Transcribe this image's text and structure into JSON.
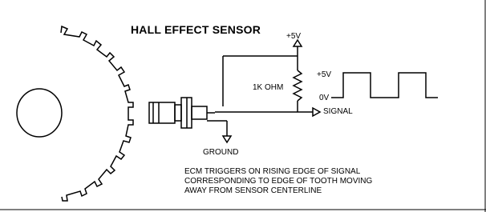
{
  "title": "HALL EFFECT SENSOR",
  "labels": {
    "supply_top": "+5V",
    "resistor": "1K OHM",
    "wave_high": "+5V",
    "wave_low": "0V",
    "signal": "SIGNAL",
    "ground": "GROUND"
  },
  "note_lines": [
    "ECM TRIGGERS ON RISING EDGE OF SIGNAL",
    "CORRESPONDING TO EDGE OF TOOTH MOVING",
    "AWAY FROM SENSOR CENTERLINE"
  ],
  "colors": {
    "line": "#000000",
    "background": "#ffffff"
  }
}
